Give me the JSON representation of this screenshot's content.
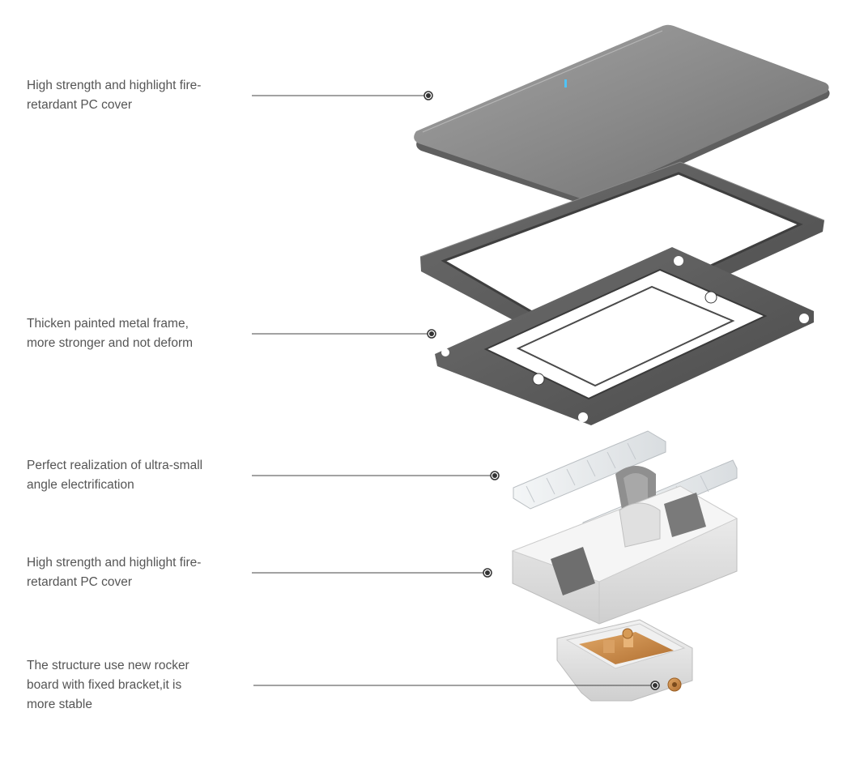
{
  "callouts": [
    {
      "id": "cover",
      "lines": [
        "High strength and highlight fire-",
        "retardant PC cover"
      ]
    },
    {
      "id": "frame",
      "lines": [
        "Thicken painted metal frame,",
        "more stronger and not deform"
      ]
    },
    {
      "id": "electrification",
      "lines": [
        "Perfect realization of ultra-small",
        "angle electrification"
      ]
    },
    {
      "id": "housing",
      "lines": [
        "High strength and highlight fire-",
        "retardant PC cover"
      ]
    },
    {
      "id": "rocker",
      "lines": [
        "The structure use new rocker",
        "board with fixed bracket,it is",
        "more stable"
      ]
    }
  ],
  "colors": {
    "text": "#555555",
    "leader": "#444444",
    "cover": "#8c8c8c",
    "metal": "#5a5a5a",
    "plastic": "#e6e6e6",
    "copper": "#c98a4a",
    "indicator": "#4fc3f7"
  }
}
